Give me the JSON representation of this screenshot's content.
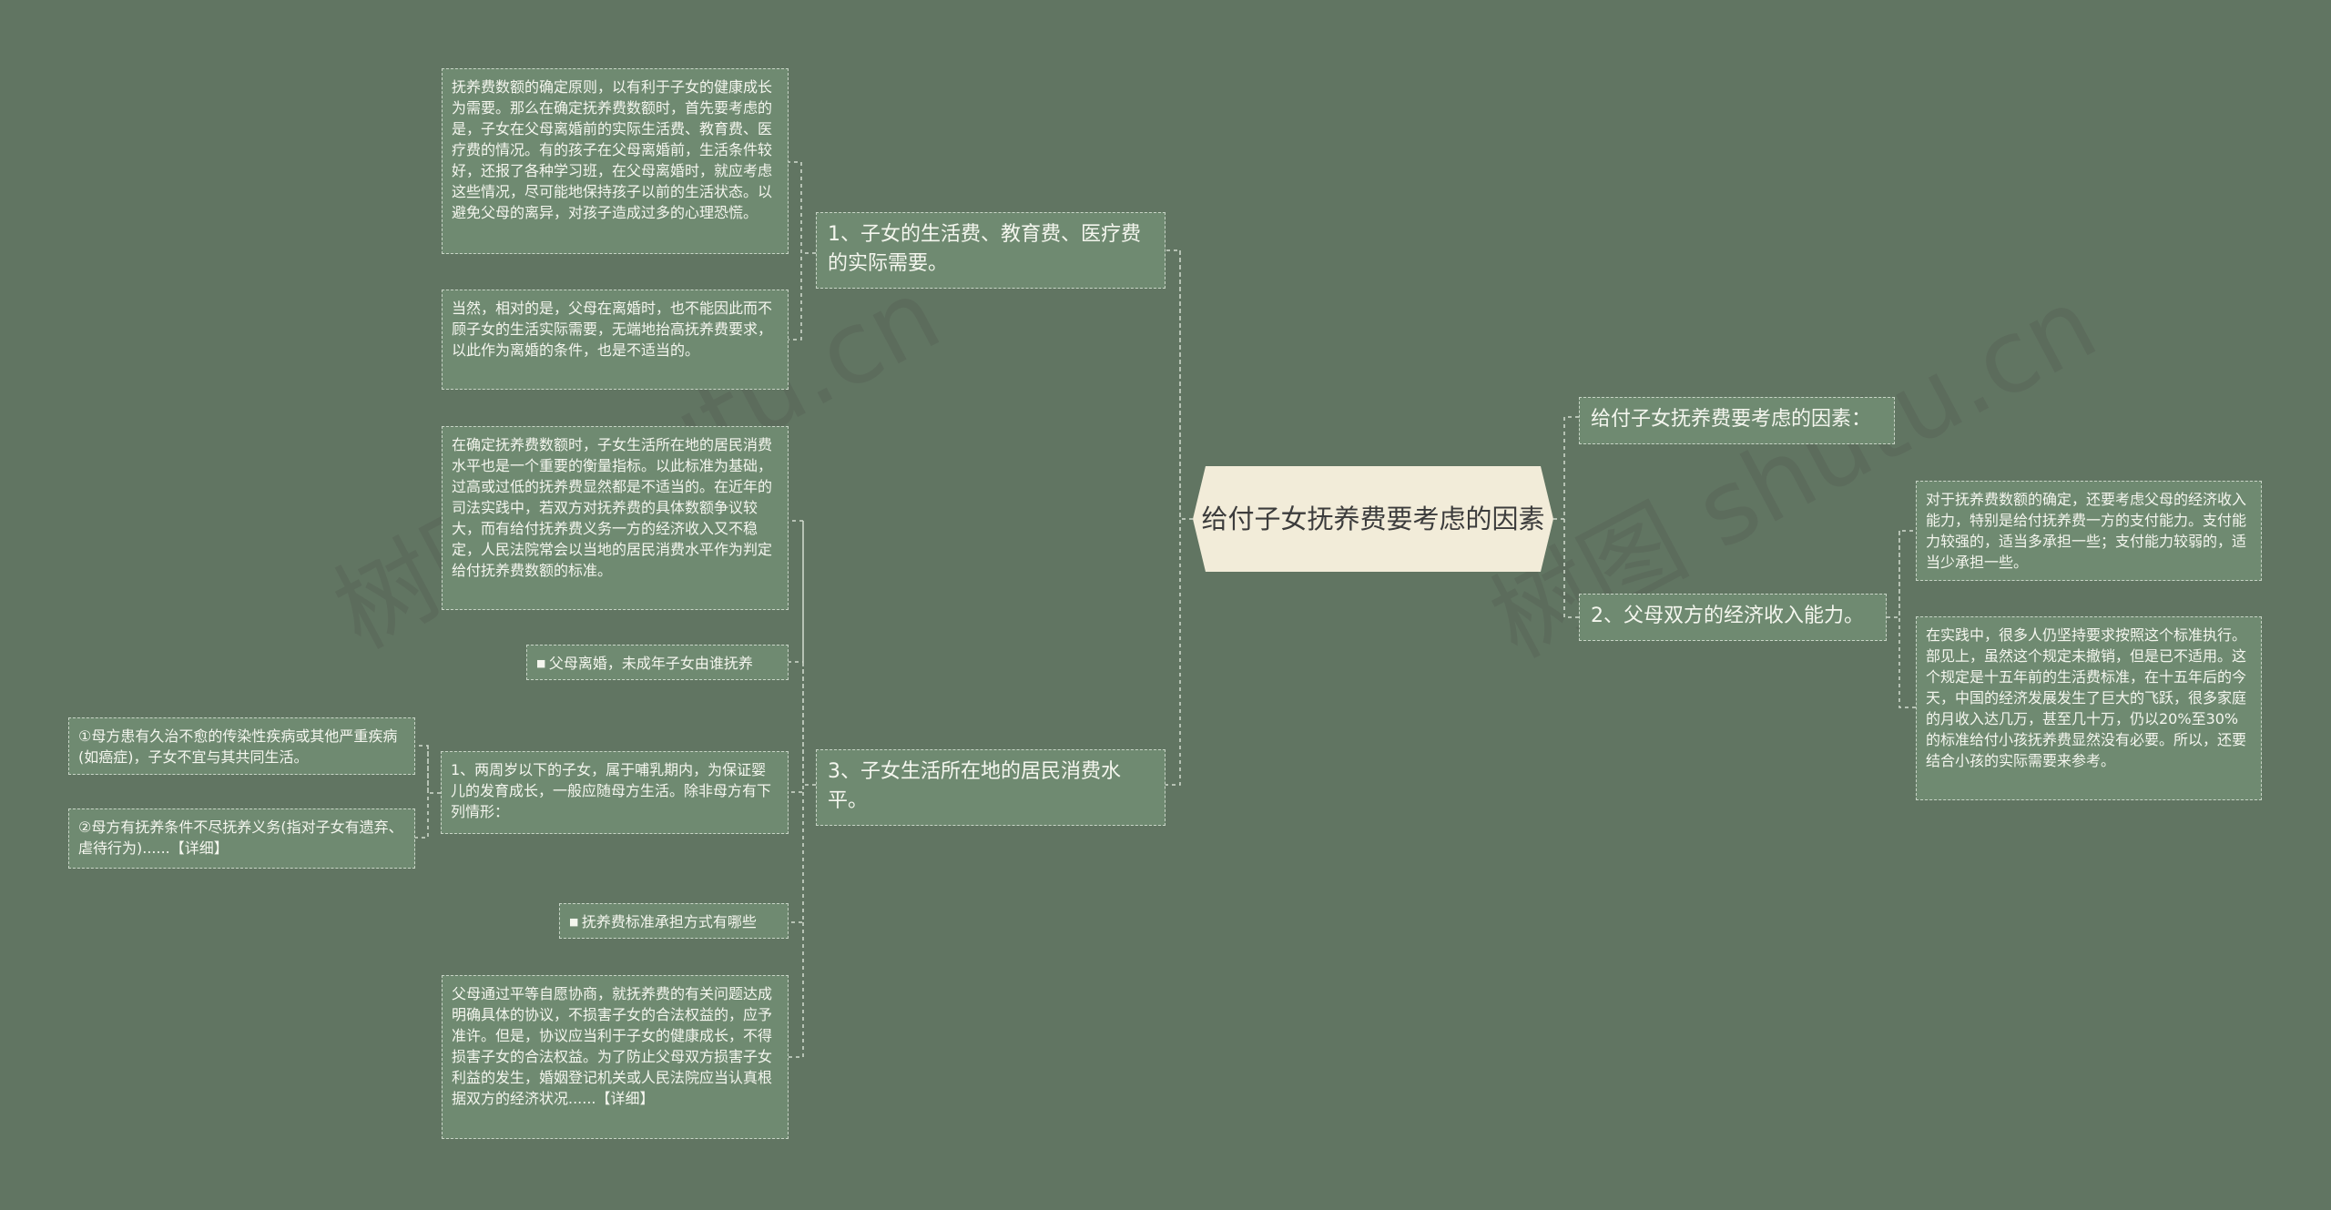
{
  "watermarks": [
    "树图 shutu.cn",
    "树图 shutu.cn"
  ],
  "center": {
    "title": "给付子女抚养费要考虑的因素"
  },
  "right": {
    "branch_intro": "给付子女抚养费要考虑的因素：",
    "branch_2": "2、父母双方的经济收入能力。",
    "leaf_2a": "对于抚养费数额的确定，还要考虑父母的经济收入能力，特别是给付抚养费一方的支付能力。支付能力较强的，适当多承担一些；支付能力较弱的，适当少承担一些。",
    "leaf_2b": "在实践中，很多人仍坚持要求按照这个标准执行。部见上，虽然这个规定未撤销，但是已不适用。这个规定是十五年前的生活费标准，在十五年后的今天，中国的经济发展发生了巨大的飞跃，很多家庭的月收入达几万，甚至几十万，仍以20%至30%的标准给付小孩抚养费显然没有必要。所以，还要结合小孩的实际需要来参考。"
  },
  "left": {
    "branch_1": "1、子女的生活费、教育费、医疗费的实际需要。",
    "leaf_1a": "抚养费数额的确定原则，以有利于子女的健康成长为需要。那么在确定抚养费数额时，首先要考虑的是，子女在父母离婚前的实际生活费、教育费、医疗费的情况。有的孩子在父母离婚前，生活条件较好，还报了各种学习班，在父母离婚时，就应考虑这些情况，尽可能地保持孩子以前的生活状态。以避免父母的离异，对孩子造成过多的心理恐慌。",
    "leaf_1b": "当然，相对的是，父母在离婚时，也不能因此而不顾子女的生活实际需要，无端地抬高抚养费要求，以此作为离婚的条件，也是不适当的。",
    "branch_3": "3、子女生活所在地的居民消费水平。",
    "leaf_3a": "在确定抚养费数额时，子女生活所在地的居民消费水平也是一个重要的衡量指标。以此标准为基础，过高或过低的抚养费显然都是不适当的。在近年的司法实践中，若双方对抚养费的具体数额争议较大，而有给付抚养费义务一方的经济收入又不稳定，人民法院常会以当地的居民消费水平作为判定给付抚养费数额的标准。",
    "leaf_3b": "父母离婚，未成年子女由谁抚养",
    "leaf_3c": "1、两周岁以下的子女，属于哺乳期内，为保证婴儿的发育成长，一般应随母方生活。除非母方有下列情形：",
    "leaf_3c1": "①母方患有久治不愈的传染性疾病或其他严重疾病(如癌症)，子女不宜与其共同生活。",
    "leaf_3c2": "②母方有抚养条件不尽抚养义务(指对子女有遗弃、虐待行为)......【详细】",
    "leaf_3d": "抚养费标准承担方式有哪些",
    "leaf_3e": "父母通过平等自愿协商，就抚养费的有关问题达成明确具体的协议，不损害子女的合法权益的，应予准许。但是，协议应当利于子女的健康成长，不得损害子女的合法权益。为了防止父母双方损害子女利益的发生，婚姻登记机关或人民法院应当认真根据双方的经济状况......【详细】"
  }
}
